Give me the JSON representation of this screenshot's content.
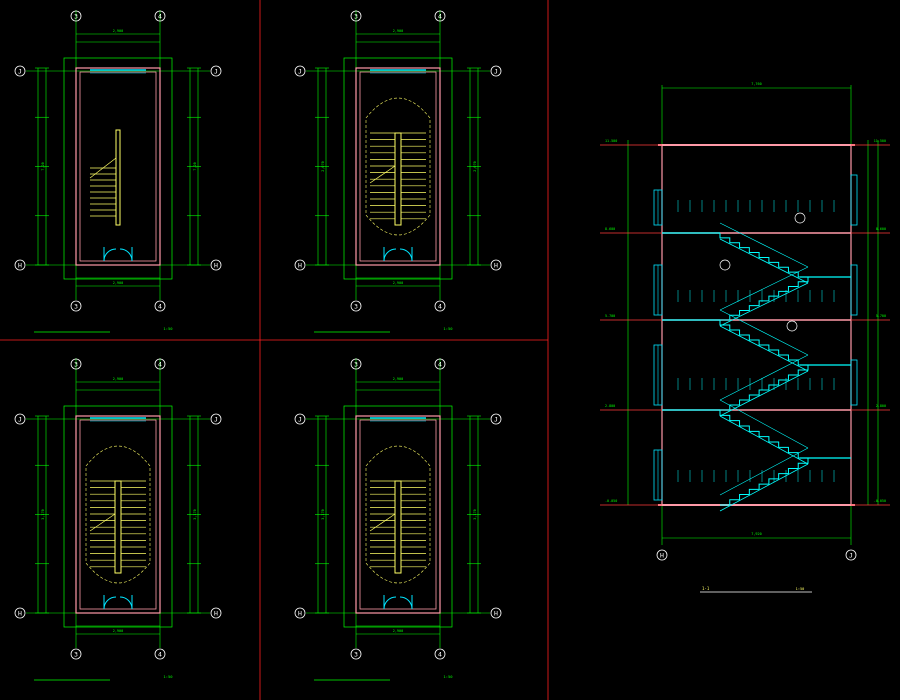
{
  "colors": {
    "background": "#000000",
    "dimension": "#00ff00",
    "wall": "#ff9aa8",
    "stair": "#ffff66",
    "door": "#00e5ff",
    "grid_bubble": "#ffffff",
    "section_line": "#00ffff",
    "level_line": "#ff3b3b",
    "centerline": "#ff2020",
    "note_text": "#5b7cff"
  },
  "plans": [
    {
      "title": "",
      "scale": "1:50",
      "dim_top": "2,900",
      "dim_side": "7,20",
      "top_axes": [
        "3",
        "4"
      ],
      "side_axes": [
        "J",
        "H"
      ],
      "variant": "ground"
    },
    {
      "title": "",
      "scale": "1:50",
      "dim_top": "2,900",
      "dim_side": "2,070",
      "top_axes": [
        "3",
        "4"
      ],
      "side_axes": [
        "J",
        "H"
      ],
      "variant": "typical"
    },
    {
      "title": "",
      "scale": "1:50",
      "dim_top": "2,900",
      "dim_side": "3,170",
      "top_axes": [
        "3",
        "4"
      ],
      "side_axes": [
        "J",
        "H"
      ],
      "variant": "typical"
    },
    {
      "title": "",
      "scale": "1:50",
      "dim_top": "2,900",
      "dim_side": "3,170",
      "top_axes": [
        "3",
        "4"
      ],
      "side_axes": [
        "J",
        "H"
      ],
      "variant": "typical"
    }
  ],
  "section": {
    "title": "1-1",
    "scale": "1:50",
    "bottom_axes": [
      "H",
      "J"
    ],
    "dim_top": "7,760",
    "dim_bottom": "7,920",
    "level_labels": [
      "11.500",
      "8.600",
      "5.700",
      "2.800",
      "-0.050"
    ],
    "notes": [
      "",
      ""
    ]
  }
}
